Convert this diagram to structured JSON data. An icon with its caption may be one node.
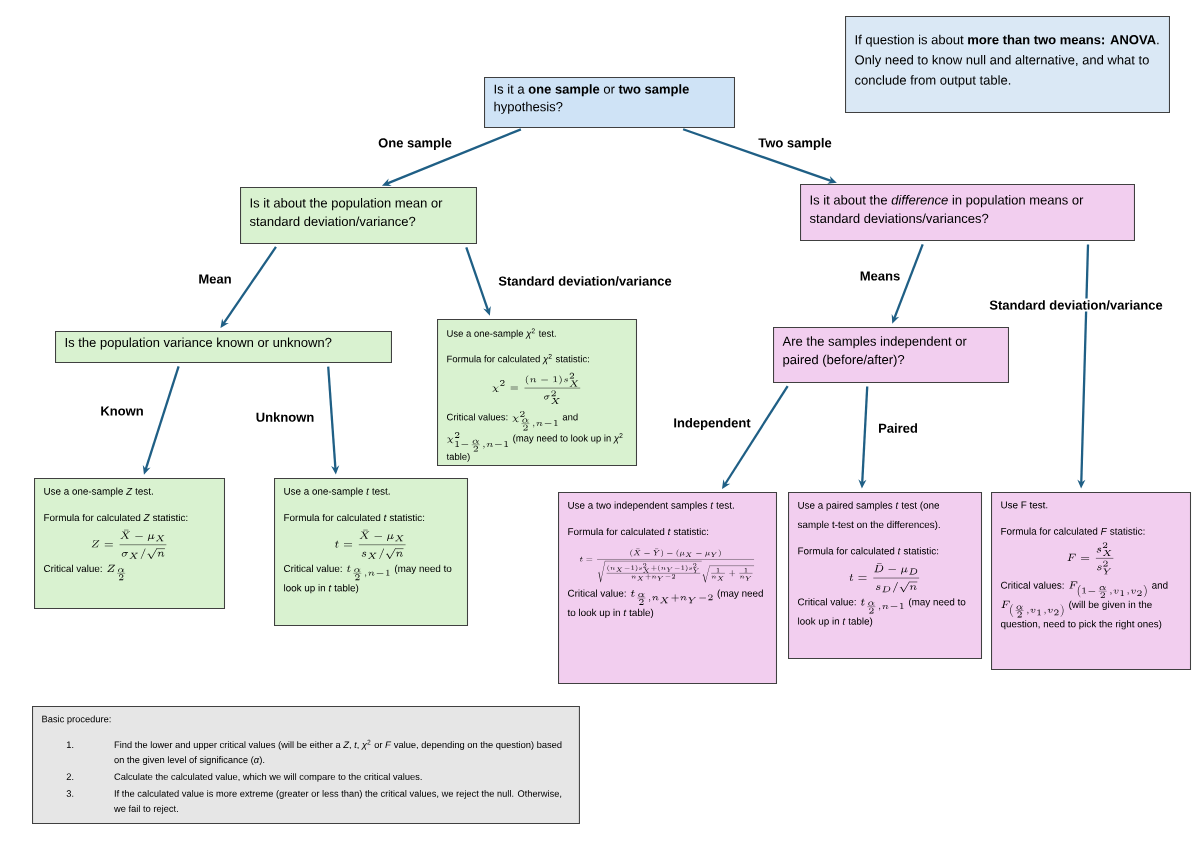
{
  "diagram": {
    "nodes": [
      {
        "text": [
          "Is it a **one sample** or **two sample** hypothesis?"
        ]
      },
      {
        "text": [
          "Is it about the population mean or standard deviation/variance?"
        ]
      },
      {
        "text": [
          "Is it about the *difference* in population means or standard deviations/variances?"
        ]
      },
      {
        "text": [
          "Is the population variance known or unknown?"
        ]
      },
      {
        "text": [
          "Use a one-sample *χ*$^{2}$ test.",
          "Formula for calculated *χ*$^{2}$ statistic:",
          "\\chi^2 = \\frac{(n-1)s_X^2}{\\sigma_X^2}",
          "Critical values:",
          "\\chi^2_{\\frac{\\alpha}{2},n-1}",
          "and",
          "\\chi^2_{1-\\frac{\\alpha}{2},n-1}",
          "(may need to look up in *χ*$^{2}$ table)"
        ]
      },
      {
        "text": [
          "Are the samples independent or paired (before/after)?"
        ]
      },
      {
        "text": [
          "Use a one-sample *Z* test.",
          "Formula for calculated *Z* statistic:",
          "Z = \\frac{\\bar{X}-\\mu_X}{\\sigma_X/\\sqrt{n}}",
          "Critical value:",
          "Z_{\\frac{\\alpha}{2}}"
        ]
      },
      {
        "text": [
          "Use a one-sample *t* test.",
          "Formula for calculated *t* statistic:",
          "t = \\frac{\\bar{X}-\\mu_X}{s_X/\\sqrt{n}}",
          "Critical value:",
          "t_{\\frac{\\alpha}{2},n-1}",
          "(may need to look up in *t* table)"
        ]
      },
      {
        "text": [
          "Use a two independent samples *t* test.",
          "Formula for calculated *t* statistic:",
          "t = \\frac{(\\bar{X}-\\bar{Y})-(\\mu_X-\\mu_Y)}{\\sqrt{\\frac{(n_X-1)s_X^2+(n_Y-1)s_Y^2}{n_X+n_Y-2}}\\sqrt{\\frac{1}{n_X}+\\frac{1}{n_Y}}}",
          "Critical value:",
          "t_{\\frac{\\alpha}{2},n_X+n_Y-2}",
          "(may need to look up in *t* table)"
        ]
      },
      {
        "text": [
          "Use a paired samples *t* test (one sample t-test on the differences).",
          "Formula for calculated *t* statistic:",
          "t = \\frac{\\bar{D}-\\mu_D}{s_D/\\sqrt{n}}",
          "Critical value:",
          "t_{\\frac{\\alpha}{2},n-1}",
          "(may need to look up in *t* table)"
        ]
      },
      {
        "text": [
          "Use F test.",
          "Formula for calculated *F* statistic:",
          "F = \\frac{s_X^2}{s_Y^2}",
          "Critical values:",
          "F_{\\left(1-\\frac{\\alpha}{2},v_1,v_2\\right)}",
          "and",
          "F_{\\left(\\frac{\\alpha}{2},v_1,v_2\\right)}",
          "(will be given in the question, need to pick the right ones)"
        ]
      },
      {
        "text": [
          "Basic procedure:",
          "1.",
          "Find the lower and upper critical values (will be either a *Z*, *t*, *χ*$^{2}$ or *F* value, depending on the question) based on the given level of significance (*α*).",
          "2.",
          "Calculate the calculated value, which we will compare to the critical values.",
          "3.",
          "If the calculated value is more extreme (greater or less than) the critical values, we reject the null. Otherwise, we fail to reject."
        ]
      },
      {
        "text": [
          "If question is about **more than two means:** **ANOVA**. Only need to know null and alternative, and what to conclude from output table."
        ]
      }
    ],
    "edges": [
      {
        "from": 0,
        "to": 1,
        "arrow": "to",
        "label": "One sample"
      },
      {
        "from": 0,
        "to": 2,
        "arrow": "to",
        "label": "Two sample"
      },
      {
        "from": 1,
        "to": 3,
        "arrow": "to",
        "label": "Mean"
      },
      {
        "from": 1,
        "to": 4,
        "arrow": "to",
        "label": "Standard deviation/variance"
      },
      {
        "from": 3,
        "to": 6,
        "arrow": "to",
        "label": "Known"
      },
      {
        "from": 3,
        "to": 7,
        "arrow": "to",
        "label": "Unknown"
      },
      {
        "from": 2,
        "to": 5,
        "arrow": "to",
        "label": "Means"
      },
      {
        "from": 2,
        "to": 10,
        "arrow": "to",
        "label": "Standard deviation/variance"
      },
      {
        "from": 5,
        "to": 8,
        "arrow": "to",
        "label": "Independent"
      },
      {
        "from": 5,
        "to": 9,
        "arrow": "to",
        "label": "Paired"
      }
    ]
  }
}
